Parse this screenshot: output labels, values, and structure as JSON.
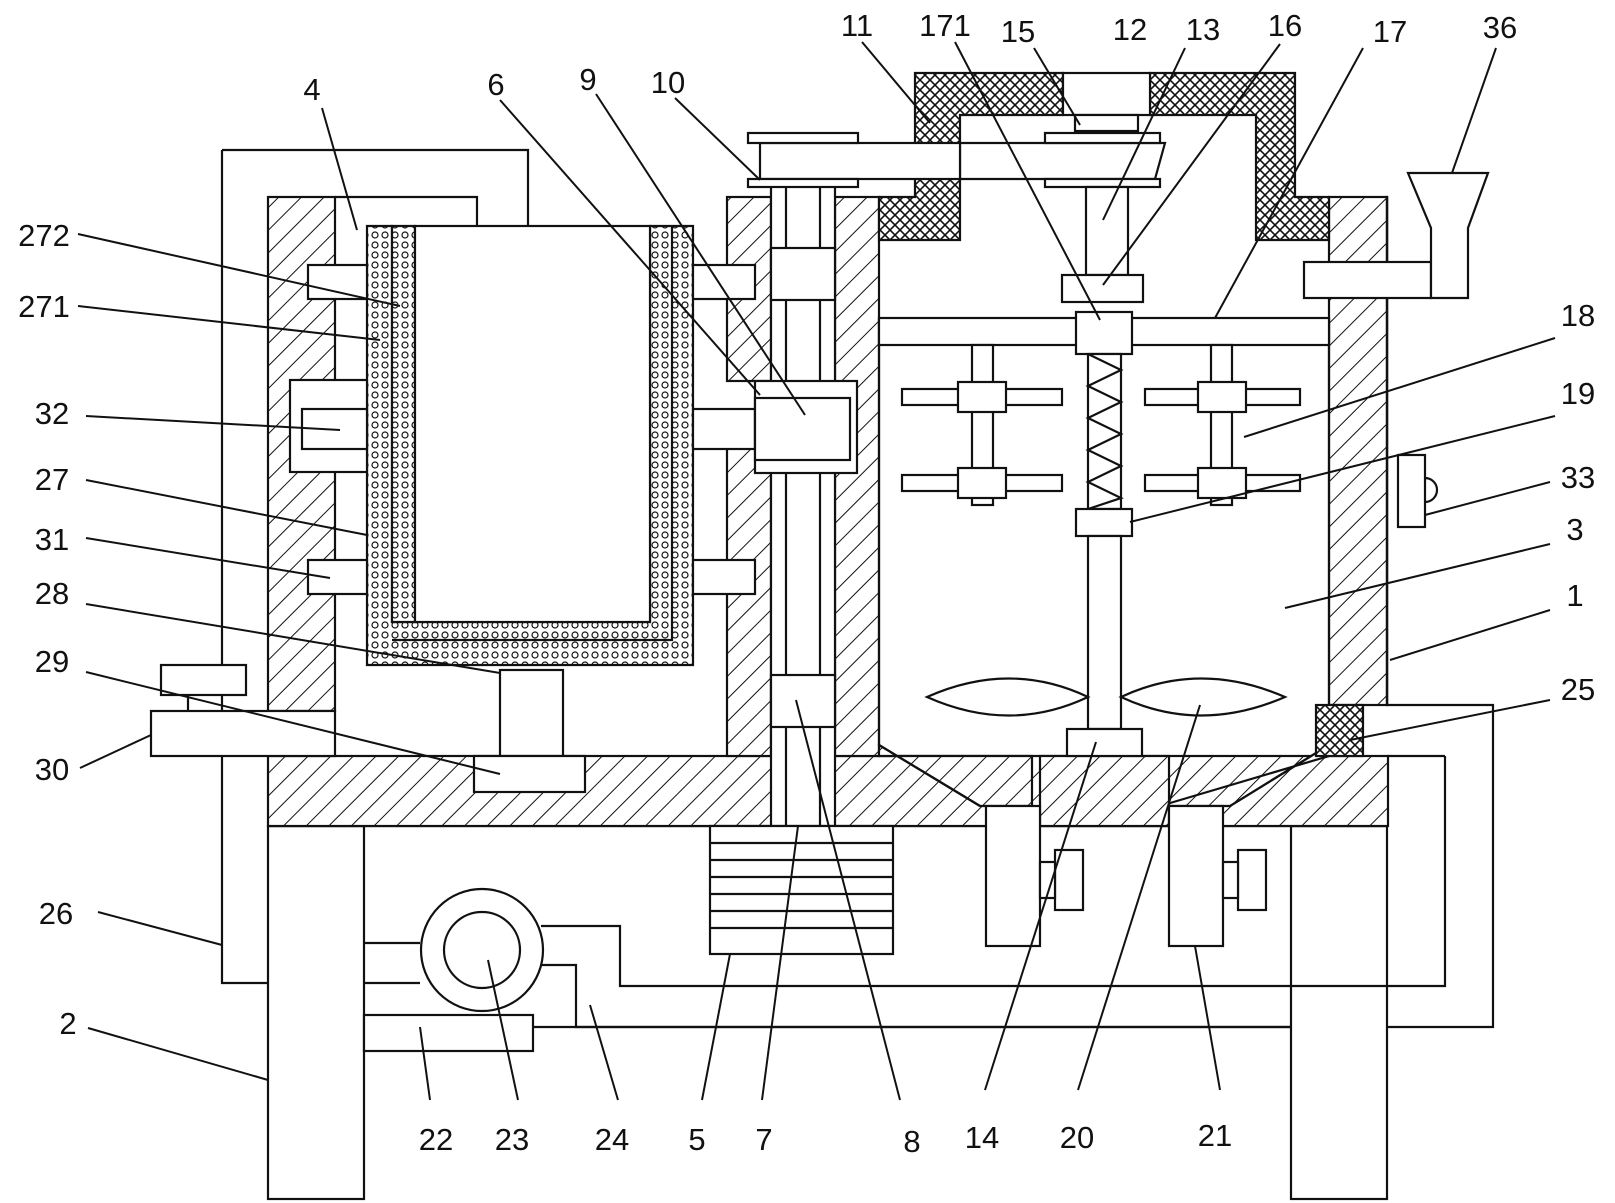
{
  "labels": {
    "l1": "1",
    "l2": "2",
    "l3": "3",
    "l4": "4",
    "l5": "5",
    "l6": "6",
    "l7": "7",
    "l8": "8",
    "l9": "9",
    "l10": "10",
    "l11": "11",
    "l12": "12",
    "l13": "13",
    "l14": "14",
    "l15": "15",
    "l16": "16",
    "l17": "17",
    "l171": "171",
    "l18": "18",
    "l19": "19",
    "l20": "20",
    "l21": "21",
    "l22": "22",
    "l23": "23",
    "l24": "24",
    "l25": "25",
    "l26": "26",
    "l27": "27",
    "l271": "271",
    "l272": "272",
    "l28": "28",
    "l29": "29",
    "l30": "30",
    "l31": "31",
    "l32": "32",
    "l33": "33",
    "l36": "36"
  }
}
